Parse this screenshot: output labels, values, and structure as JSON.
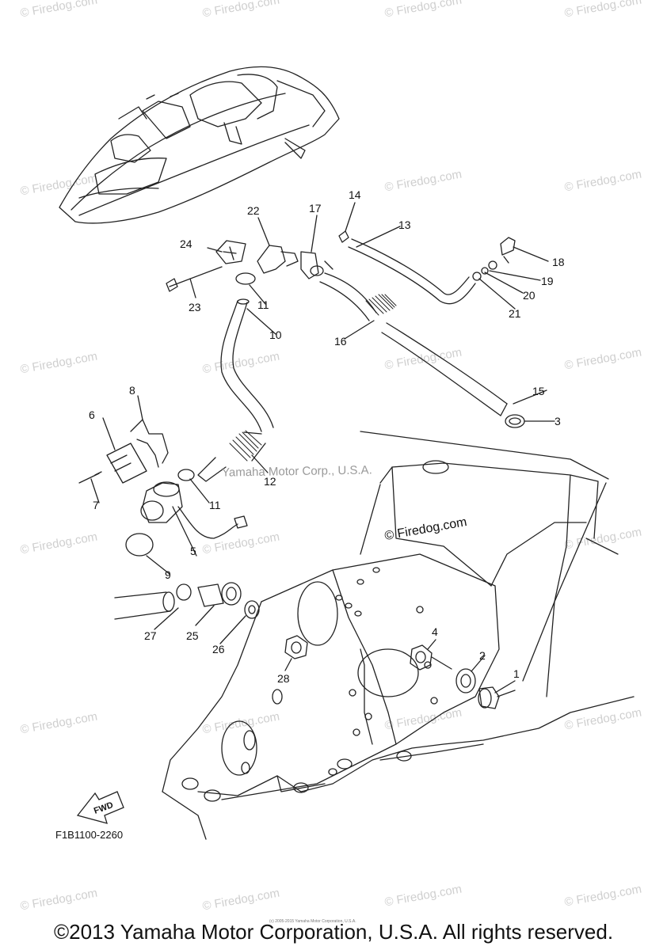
{
  "watermark_text": "© Firedog.com",
  "center_watermark": "Yamaha Motor Corp., U.S.A.",
  "inline_firedog": "© Firedog.com",
  "part_numbers": [
    "1",
    "2",
    "3",
    "4",
    "5",
    "6",
    "7",
    "8",
    "9",
    "10",
    "11",
    "11",
    "12",
    "13",
    "14",
    "15",
    "16",
    "17",
    "18",
    "19",
    "20",
    "21",
    "22",
    "23",
    "24",
    "25",
    "26",
    "27",
    "28"
  ],
  "fwd_label": "FWD",
  "diagram_code": "F1B1100-2260",
  "tiny_text": "(c) 2005-2015 Yamaha Motor Corporation, U.S.A.",
  "copyright": "©2013 Yamaha Motor Corporation, U.S.A. All rights reserved."
}
